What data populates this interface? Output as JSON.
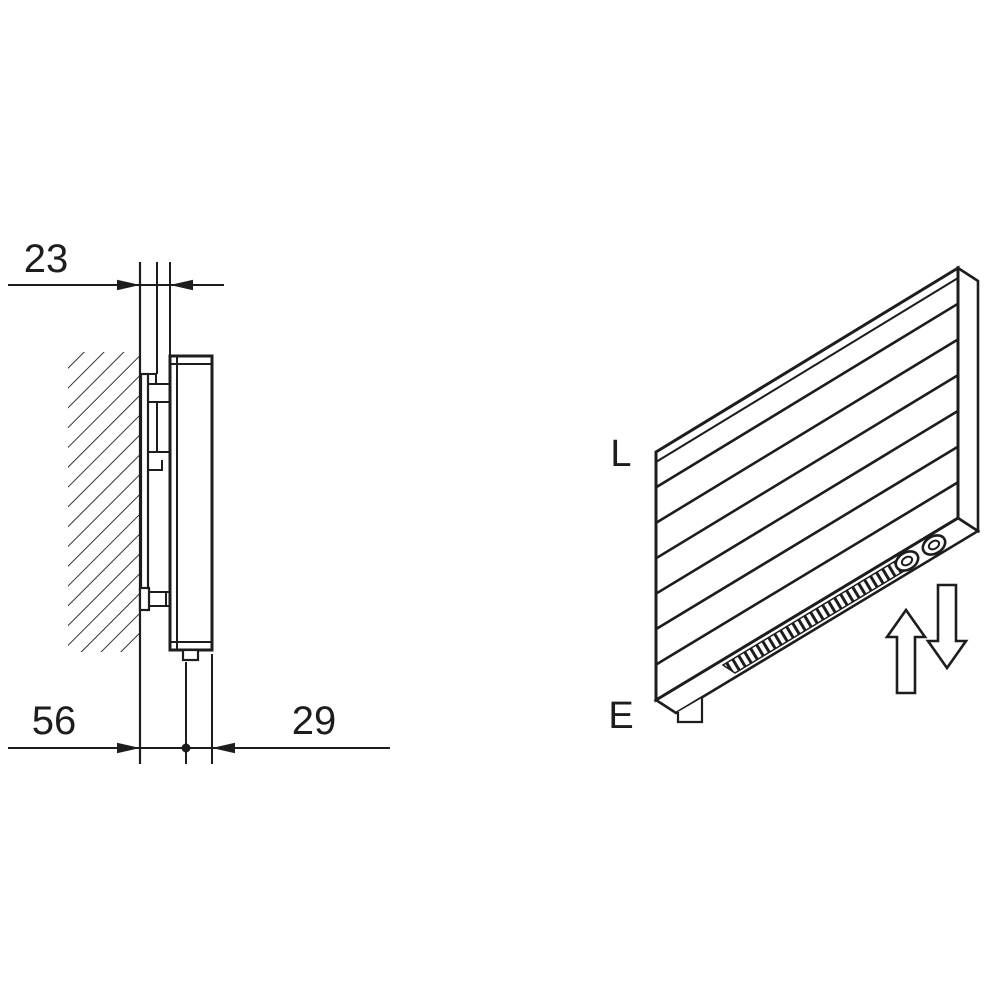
{
  "colors": {
    "background": "#ffffff",
    "line": "#1d1d1b"
  },
  "side_view": {
    "dim_top": "23",
    "dim_bottom_left": "56",
    "dim_bottom_right": "29"
  },
  "perspective_view": {
    "label_top": "L",
    "label_bottom": "E"
  }
}
